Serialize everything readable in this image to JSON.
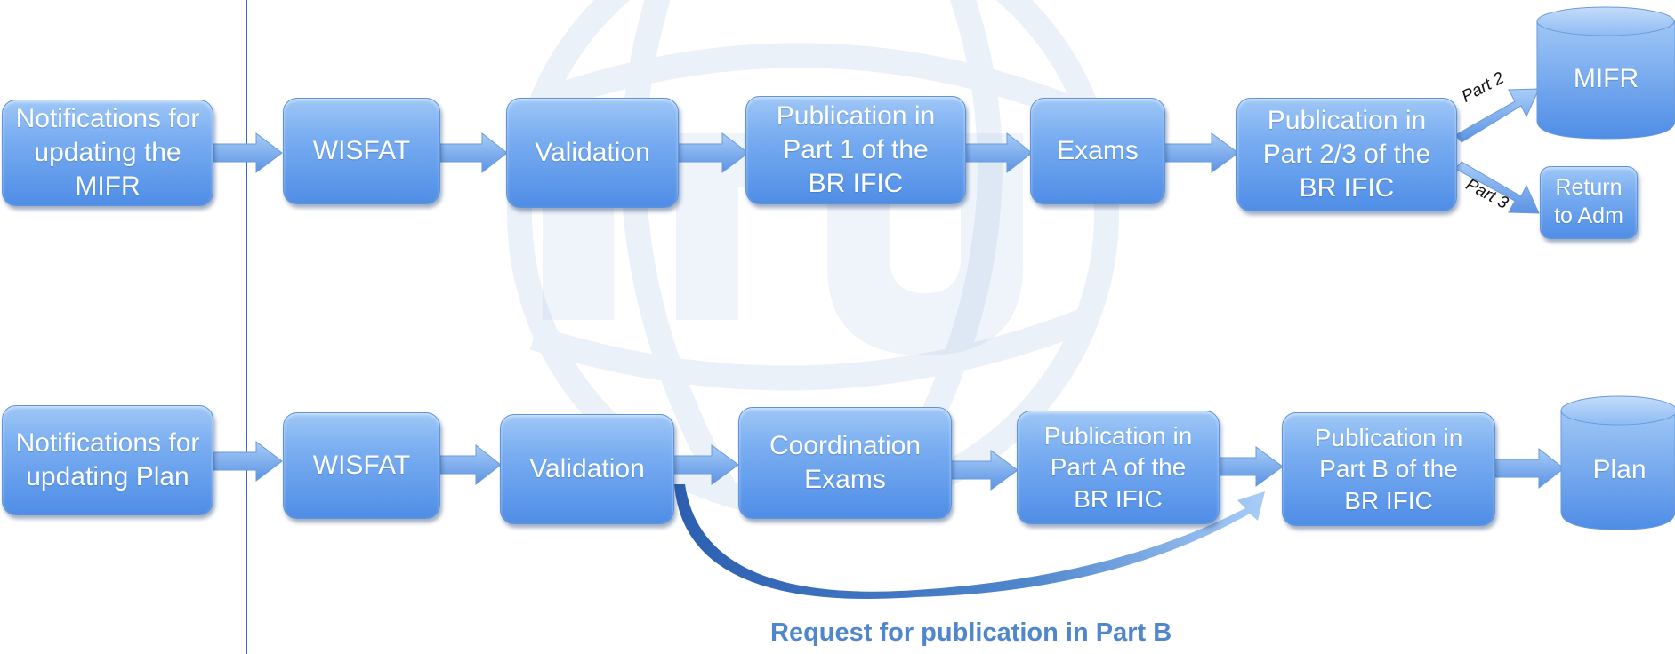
{
  "flow_mifr": {
    "notifications": "Notifications for updating the MIFR",
    "wisfat": "WISFAT",
    "validation": "Validation",
    "publication_part1": "Publication in Part 1 of the BR IFIC",
    "exams": "Exams",
    "publication_part23": "Publication in Part 2/3 of the BR IFIC",
    "part2_label": "Part 2",
    "part3_label": "Part 3",
    "mifr": "MIFR",
    "return_to_adm": "Return to Adm"
  },
  "flow_plan": {
    "notifications": "Notifications for updating Plan",
    "wisfat": "WISFAT",
    "validation": "Validation",
    "coordination_exams": "Coordination Exams",
    "publication_part_a": "Publication in Part  A of the BR IFIC",
    "publication_part_b": "Publication in Part  B of the BR IFIC",
    "plan": "Plan",
    "request_label": "Request for publication in Part B"
  },
  "colors": {
    "box_light": "#9fc7f6",
    "box_dark": "#4f8de6",
    "divider_line": "#3f67b8",
    "request_text": "#4f86cc"
  }
}
